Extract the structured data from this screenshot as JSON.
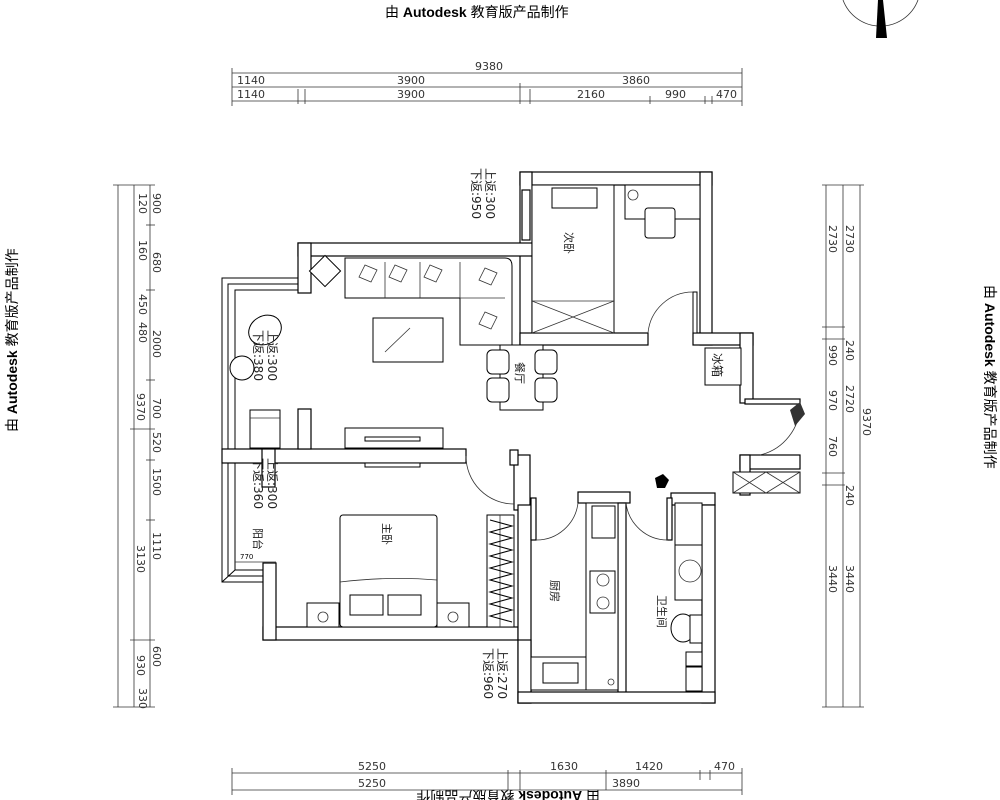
{
  "watermark": {
    "prefix": "由",
    "brand": "Autodesk",
    "suffix": "教育版产品制作"
  },
  "rooms": {
    "second_bedroom": "次卧",
    "dining": "餐厅",
    "fridge": "冰箱",
    "master_bedroom": "主卧",
    "balcony": "阳台",
    "kitchen": "厨房",
    "bathroom": "卫生间",
    "balcony_width": "770"
  },
  "notes": [
    {
      "up": "上返:300",
      "down": "下返:950"
    },
    {
      "up": "上返:300",
      "down": "下返:380"
    },
    {
      "up": "上返:300",
      "down": "下返:360"
    },
    {
      "up": "上返:270",
      "down": "下返:960"
    }
  ],
  "dimensions": {
    "top": {
      "total": "9380",
      "row1": [
        "1140",
        "3900",
        "3860"
      ],
      "row2": [
        "1140",
        "3900",
        "2160",
        "990",
        "470"
      ]
    },
    "left": {
      "total": "9370",
      "outer": [
        "3130",
        "930"
      ],
      "mid": [
        "120",
        "160",
        "450",
        "480",
        "330"
      ],
      "inner": [
        "900",
        "680",
        "2000",
        "700",
        "520",
        "1500",
        "1110",
        "600"
      ]
    },
    "right": {
      "total": "9370",
      "outer": [
        "2730",
        "240",
        "2720",
        "240",
        "3440"
      ],
      "inner": [
        "2730",
        "990",
        "970",
        "760",
        "3440"
      ]
    },
    "bottom": {
      "row1": [
        "5250",
        "1630",
        "1420",
        "470"
      ],
      "row2": [
        "5250",
        "3890"
      ]
    }
  },
  "colors": {
    "line": "#000000",
    "background": "#ffffff"
  }
}
